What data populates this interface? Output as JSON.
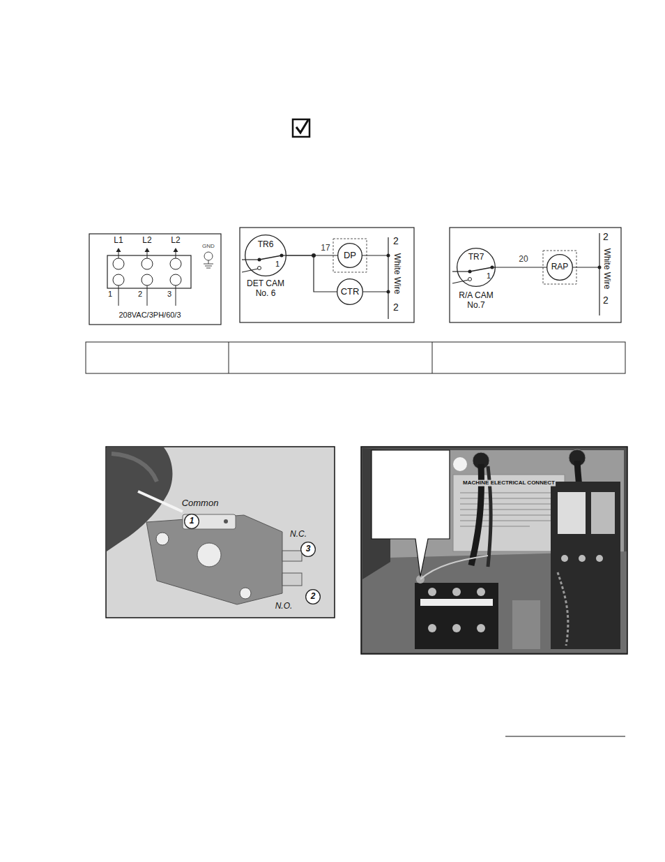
{
  "diagram": {
    "nodes": [
      {
        "text": [
          "TR6",
          "1"
        ]
      },
      {
        "text": [
          "DP"
        ]
      },
      {
        "text": [
          "CTR"
        ]
      },
      {
        "text": [
          "TR7",
          "1"
        ]
      },
      {
        "text": [
          "RAP"
        ]
      },
      {
        "text": [
          "1"
        ]
      },
      {
        "text": [
          "3"
        ]
      },
      {
        "text": [
          "2"
        ]
      }
    ],
    "edges": [
      {
        "from": 0,
        "to": 1,
        "arrow": "none",
        "label": "17"
      },
      {
        "from": 0,
        "to": 2,
        "arrow": "none"
      },
      {
        "from": 3,
        "to": 4,
        "arrow": "none",
        "label": "20"
      }
    ],
    "labels": [
      "L1",
      "L2",
      "L2",
      "GND",
      "1",
      "2",
      "3",
      "208VAC/3PH/60/3",
      "DET CAM",
      "No. 6",
      "2",
      "White Wire",
      "2",
      "R/A CAM",
      "No.7",
      "2",
      "White Wire",
      "2",
      "Common",
      "N.C.",
      "N.O.",
      "MACHINE ELECTRICAL CONNECT"
    ]
  }
}
